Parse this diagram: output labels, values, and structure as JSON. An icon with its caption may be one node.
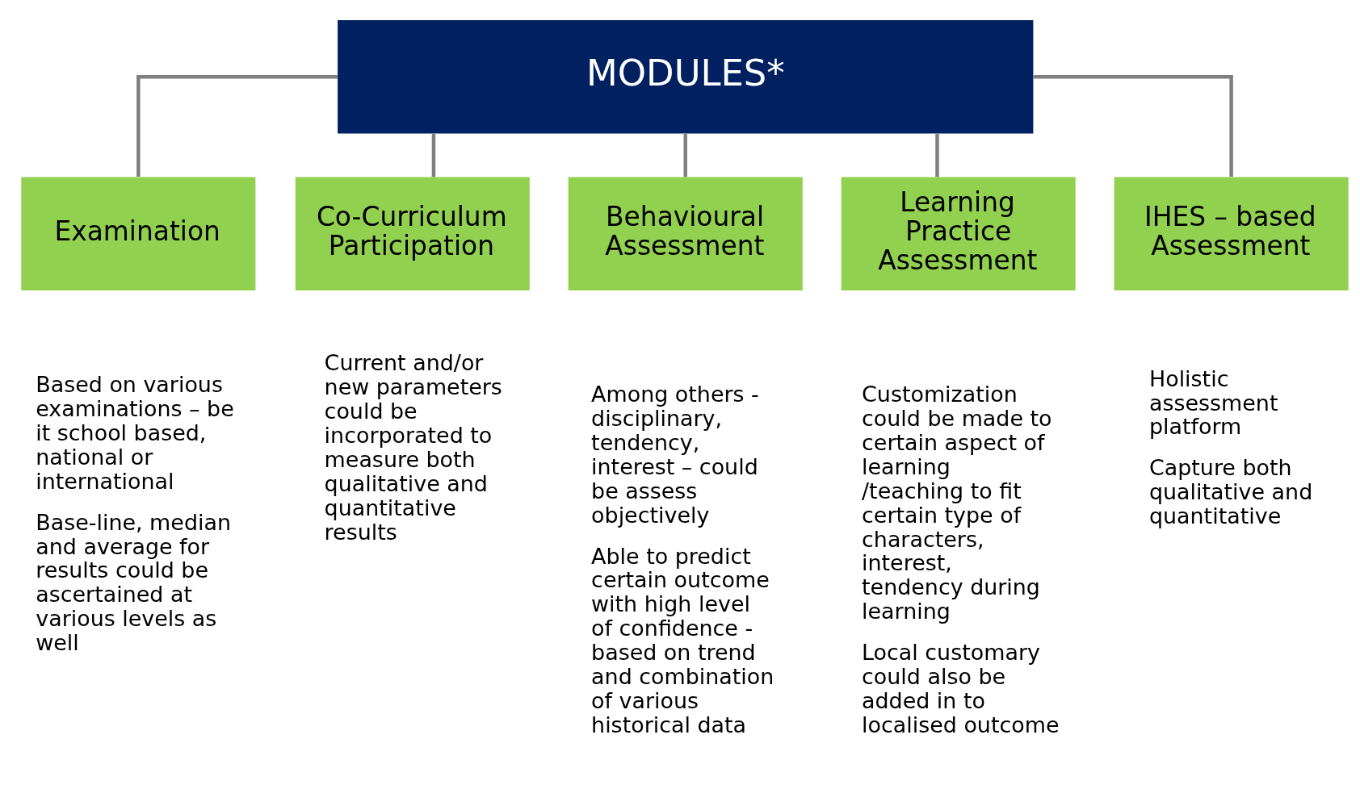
{
  "diagram": {
    "nodes": [
      {
        "text": [
          "MODULES*"
        ]
      },
      {
        "text": [
          "Examination"
        ],
        "beside": [
          "Based on various examinations – be it school based, national or international",
          "Base-line, median and average for results could be ascertained at various levels as well"
        ]
      },
      {
        "text": [
          "Co-Curriculum Participation"
        ],
        "beside": [
          "Current and/or new parameters could be incorporated to measure both qualitative and quantitative results"
        ]
      },
      {
        "text": [
          "Behavioural Assessment"
        ],
        "beside": [
          "Among others - disciplinary, tendency, interest – could be assess objectively",
          "Able to predict certain outcome with high level of confidence - based on trend and combination of various historical data"
        ]
      },
      {
        "text": [
          "Learning Practice Assessment"
        ],
        "beside": [
          "Customization could be made to certain aspect of learning /teaching to fit certain type of characters, interest, tendency during learning",
          "Local customary could also be added in to localised outcome"
        ]
      },
      {
        "text": [
          "IHES – based Assessment"
        ],
        "beside": [
          "Holistic assessment platform",
          "Capture both qualitative and quantitative"
        ]
      }
    ],
    "edges": [
      {
        "from": 0,
        "to": 1,
        "arrow": "none"
      },
      {
        "from": 0,
        "to": 2,
        "arrow": "none"
      },
      {
        "from": 0,
        "to": 3,
        "arrow": "none"
      },
      {
        "from": 0,
        "to": 4,
        "arrow": "none"
      },
      {
        "from": 0,
        "to": 5,
        "arrow": "none"
      }
    ]
  }
}
